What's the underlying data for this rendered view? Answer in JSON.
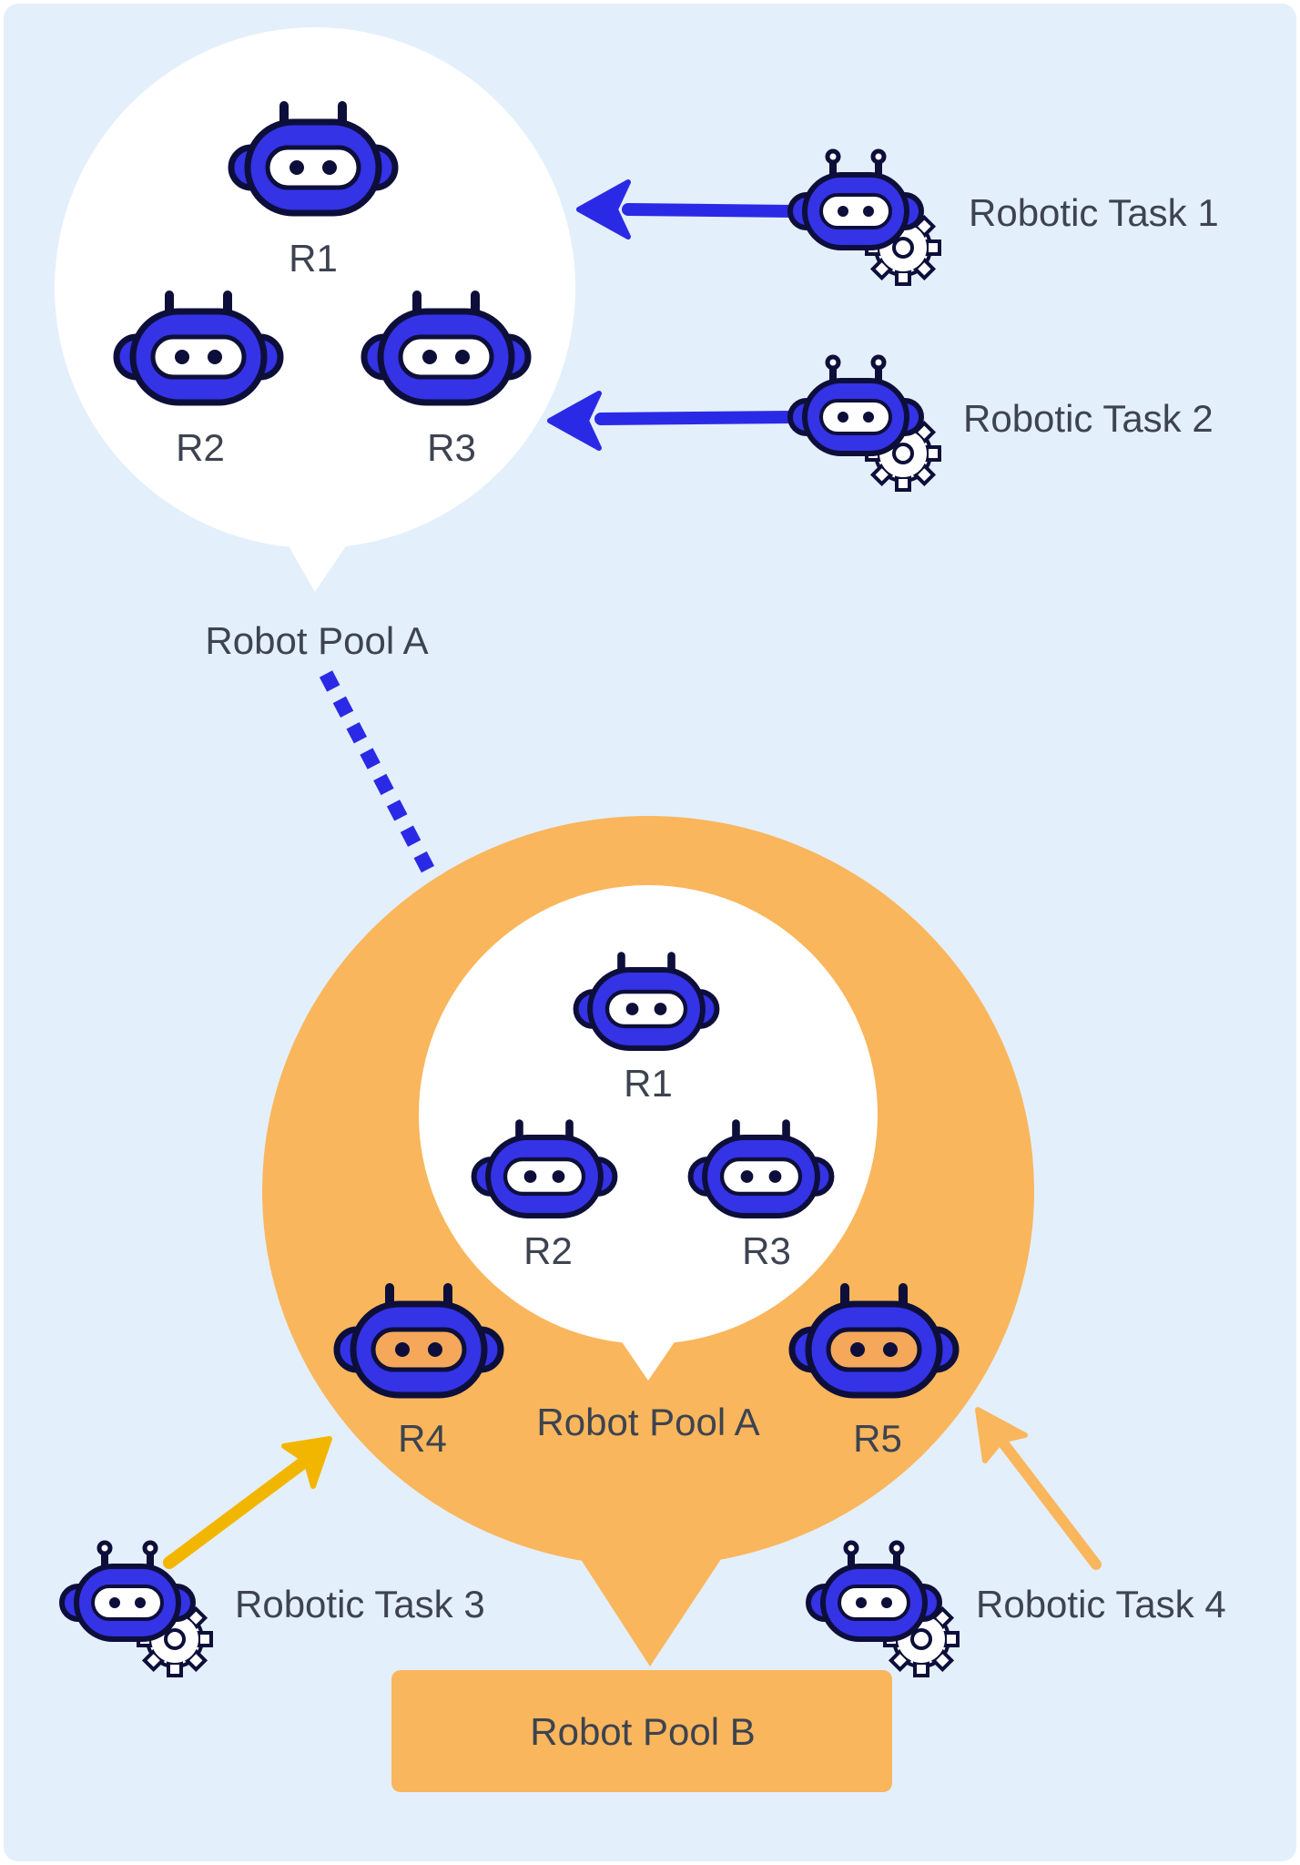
{
  "colors": {
    "background": "#e4effc",
    "bubble_white": "#ffffff",
    "pool_b_orange": "#f9b65c",
    "robot_blue": "#3433e6",
    "robot_outline": "#0d0f3a",
    "robot_face_orange": "#f5a85a",
    "arrow_blue": "#2a2ae6",
    "arrow_gold": "#f2b600",
    "arrow_orange": "#f9b65c",
    "text": "#3d4350"
  },
  "icons": {
    "robot": "robot-head-icon",
    "task": "robot-gear-icon"
  },
  "pool_a_top": {
    "robots": [
      {
        "label": "R1"
      },
      {
        "label": "R2"
      },
      {
        "label": "R3"
      }
    ],
    "name": "Robot Pool A"
  },
  "tasks": [
    {
      "label": "Robotic Task 1"
    },
    {
      "label": "Robotic Task 2"
    },
    {
      "label": "Robotic Task 3"
    },
    {
      "label": "Robotic Task 4"
    }
  ],
  "pool_b": {
    "inner_robots": [
      {
        "label": "R1"
      },
      {
        "label": "R2"
      },
      {
        "label": "R3"
      }
    ],
    "inner_pool_name": "Robot Pool A",
    "extra_robots": [
      {
        "label": "R4"
      },
      {
        "label": "R5"
      }
    ],
    "name": "Robot Pool B"
  }
}
